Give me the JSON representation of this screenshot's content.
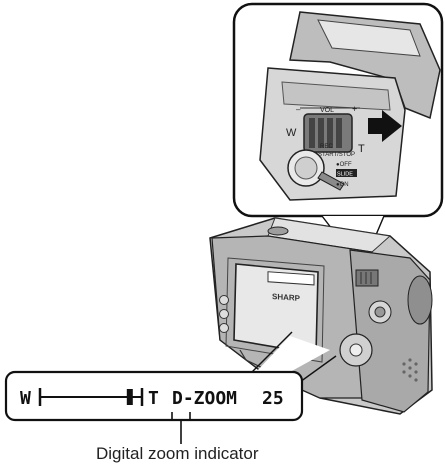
{
  "inset": {
    "w_label": "W",
    "t_label": "T",
    "vol_label": "VOL",
    "minus_label": "–",
    "plus_label": "+",
    "rec_label": "REC",
    "start_stop_label": "START/STOP",
    "off_label": "●OFF",
    "slide_label": "SLIDE",
    "on_label": "●ON"
  },
  "camcorder": {
    "brand": "SHARP"
  },
  "osd": {
    "w": "W",
    "t": "T",
    "mode": "D-ZOOM",
    "value": "25",
    "zoom_level": 0.88
  },
  "caption": "Digital zoom indicator"
}
